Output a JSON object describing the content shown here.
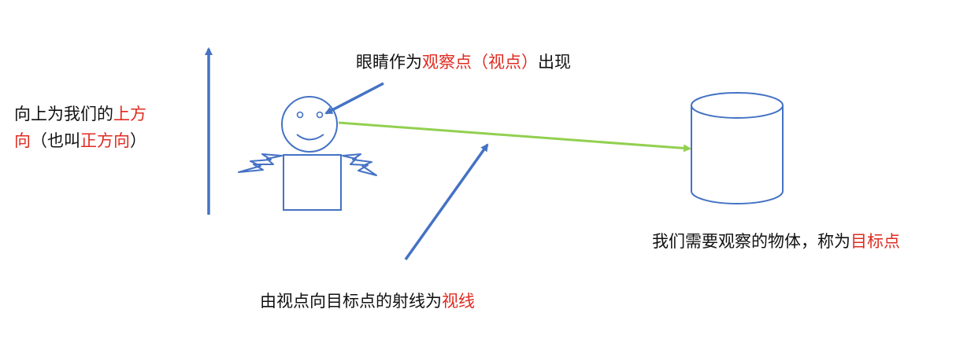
{
  "colors": {
    "diagram_blue": "#4472c4",
    "sight_green": "#92d050",
    "highlight_red": "#e02b20",
    "text": "#111111"
  },
  "labels": {
    "up_direction": {
      "line1_plain": "向上为我们的",
      "line1_highlight": "上方",
      "line2_highlight_a": "向",
      "line2_plain": "（也叫",
      "line2_highlight_b": "正方向",
      "line2_end": "）"
    },
    "eye": {
      "plain_before": "眼睛作为",
      "highlight": "观察点（视点）",
      "plain_after": "出现"
    },
    "target": {
      "plain": "我们需要观察的物体，称为",
      "highlight": "目标点"
    },
    "sight_line": {
      "plain": "由视点向目标点的射线为",
      "highlight": "视线"
    }
  }
}
